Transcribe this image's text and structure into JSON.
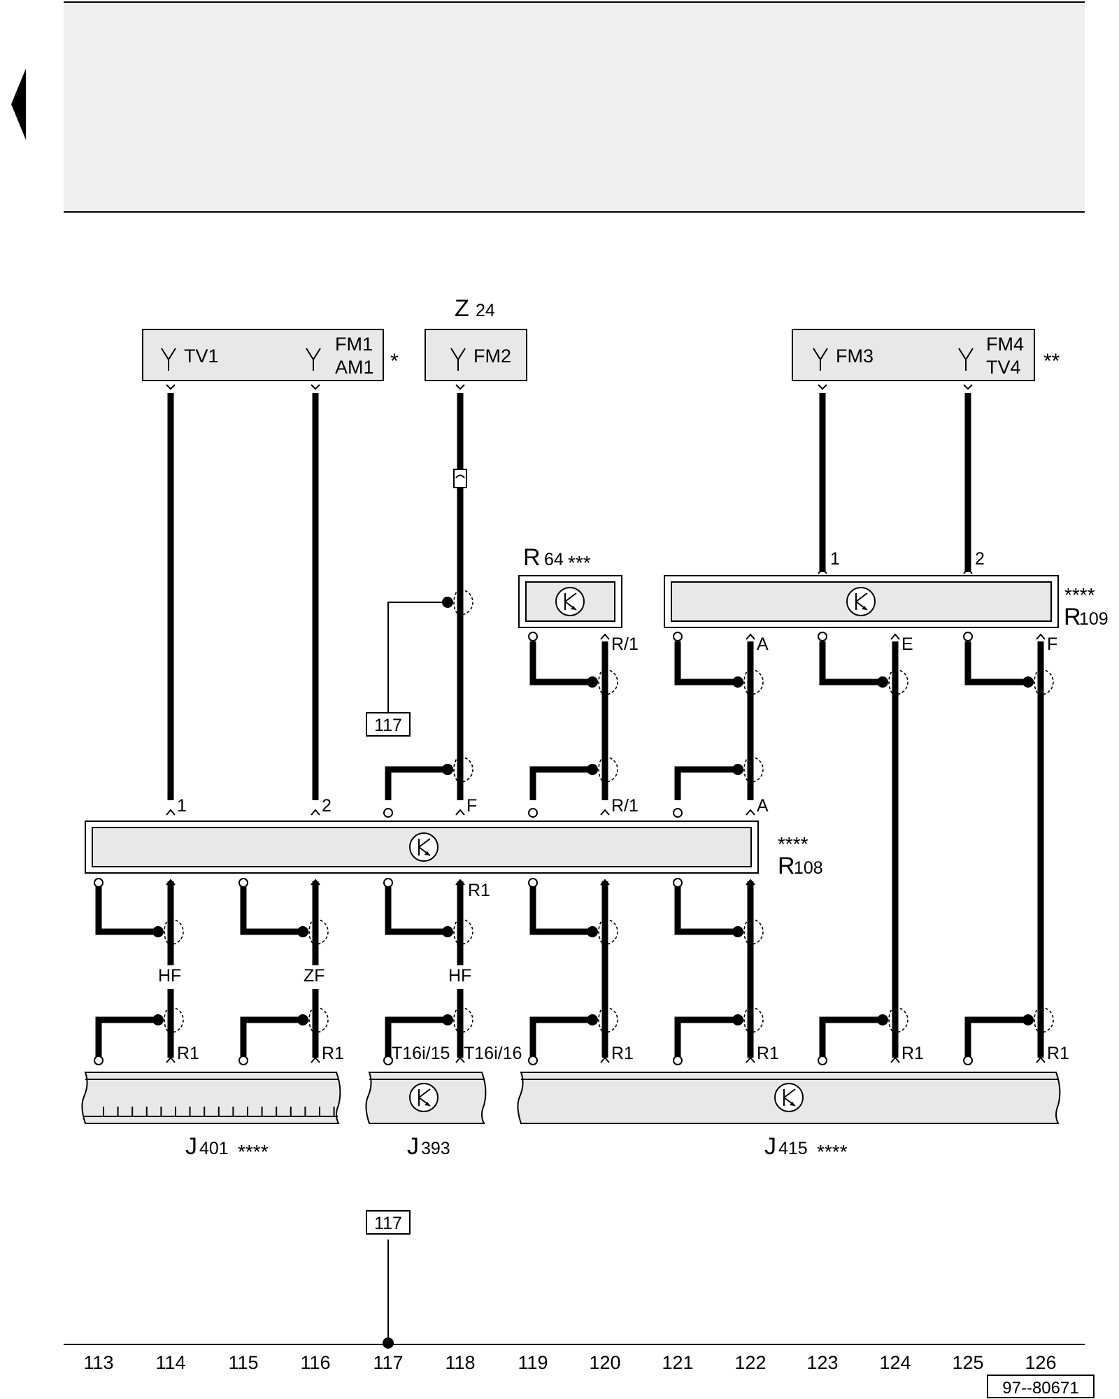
{
  "header": {
    "nav_icon": "triangle-left-icon"
  },
  "components": {
    "z24": {
      "letter": "Z",
      "number": "24"
    },
    "r64": {
      "letter": "R",
      "number": "64",
      "marks": "***"
    },
    "r108": {
      "letter": "R",
      "number": "108",
      "marks": "****"
    },
    "r109": {
      "letter": "R",
      "number": "109",
      "marks": "****"
    },
    "j401": {
      "letter": "J",
      "number": "401",
      "marks": "****"
    },
    "j393": {
      "letter": "J",
      "number": "393"
    },
    "j415": {
      "letter": "J",
      "number": "415",
      "marks": "****"
    }
  },
  "antennas": {
    "tv1": "TV1",
    "fm1": "FM1",
    "am1": "AM1",
    "star_left": "*",
    "fm2": "FM2",
    "fm3": "FM3",
    "fm4": "FM4",
    "tv4": "TV4",
    "star_right": "**"
  },
  "pins": {
    "r109_1": "1",
    "r109_2": "2",
    "r64_r1": "R/1",
    "r109_a": "A",
    "r109_e": "E",
    "r109_f": "F",
    "r108_1": "1",
    "r108_2": "2",
    "r108_f": "F",
    "r108_r1": "R/1",
    "r108_a": "A",
    "r108_out_r1": "R1",
    "hf_left": "HF",
    "zf": "ZF",
    "hf_mid": "HF",
    "j401_r1_a": "R1",
    "j401_r1_b": "R1",
    "t16i_15": "T16i/15",
    "t16i_16": "T16i/16",
    "j415_r1_a": "R1",
    "j415_r1_b": "R1",
    "j415_r1_c": "R1",
    "j415_r1_d": "R1"
  },
  "references": {
    "ref_upper": "117",
    "ref_lower": "117"
  },
  "scale": [
    "113",
    "114",
    "115",
    "116",
    "117",
    "118",
    "119",
    "120",
    "121",
    "122",
    "123",
    "124",
    "125",
    "126"
  ],
  "footer": {
    "drawing_number": "97--80671"
  }
}
